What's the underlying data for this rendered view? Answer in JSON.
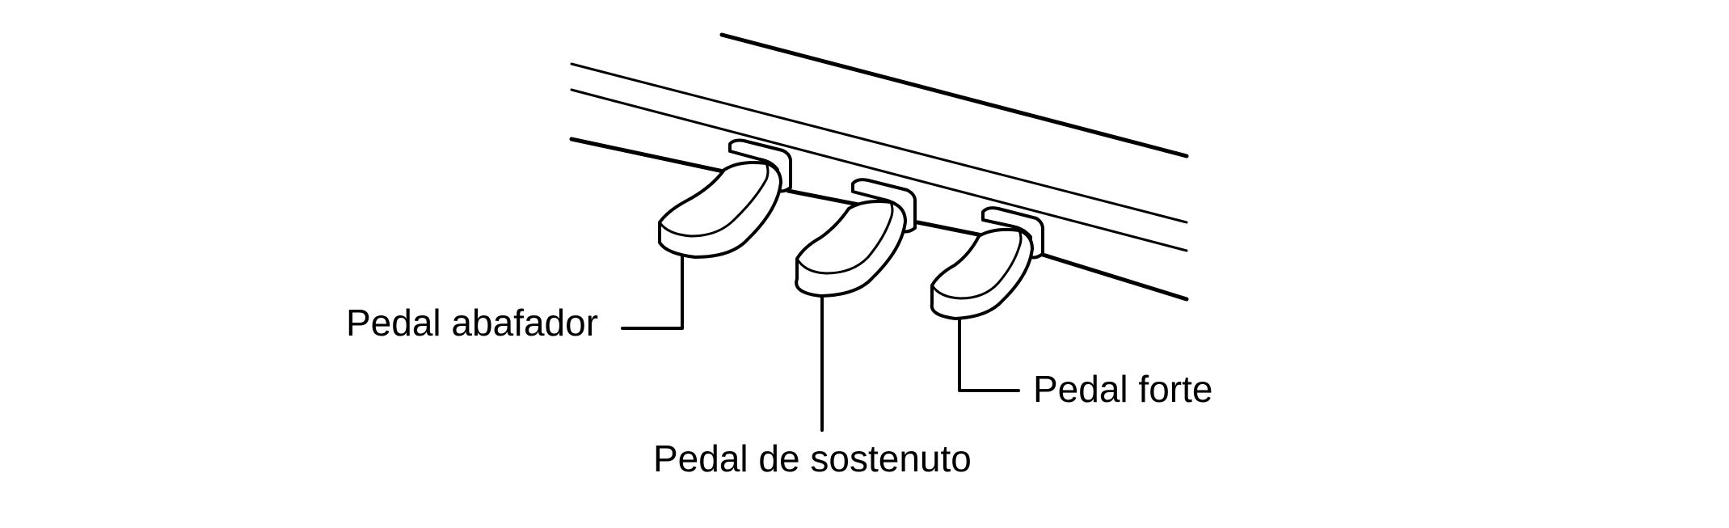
{
  "labels": {
    "damper": "Pedal abafador",
    "sostenuto": "Pedal de sostenuto",
    "soft": "Pedal forte"
  }
}
